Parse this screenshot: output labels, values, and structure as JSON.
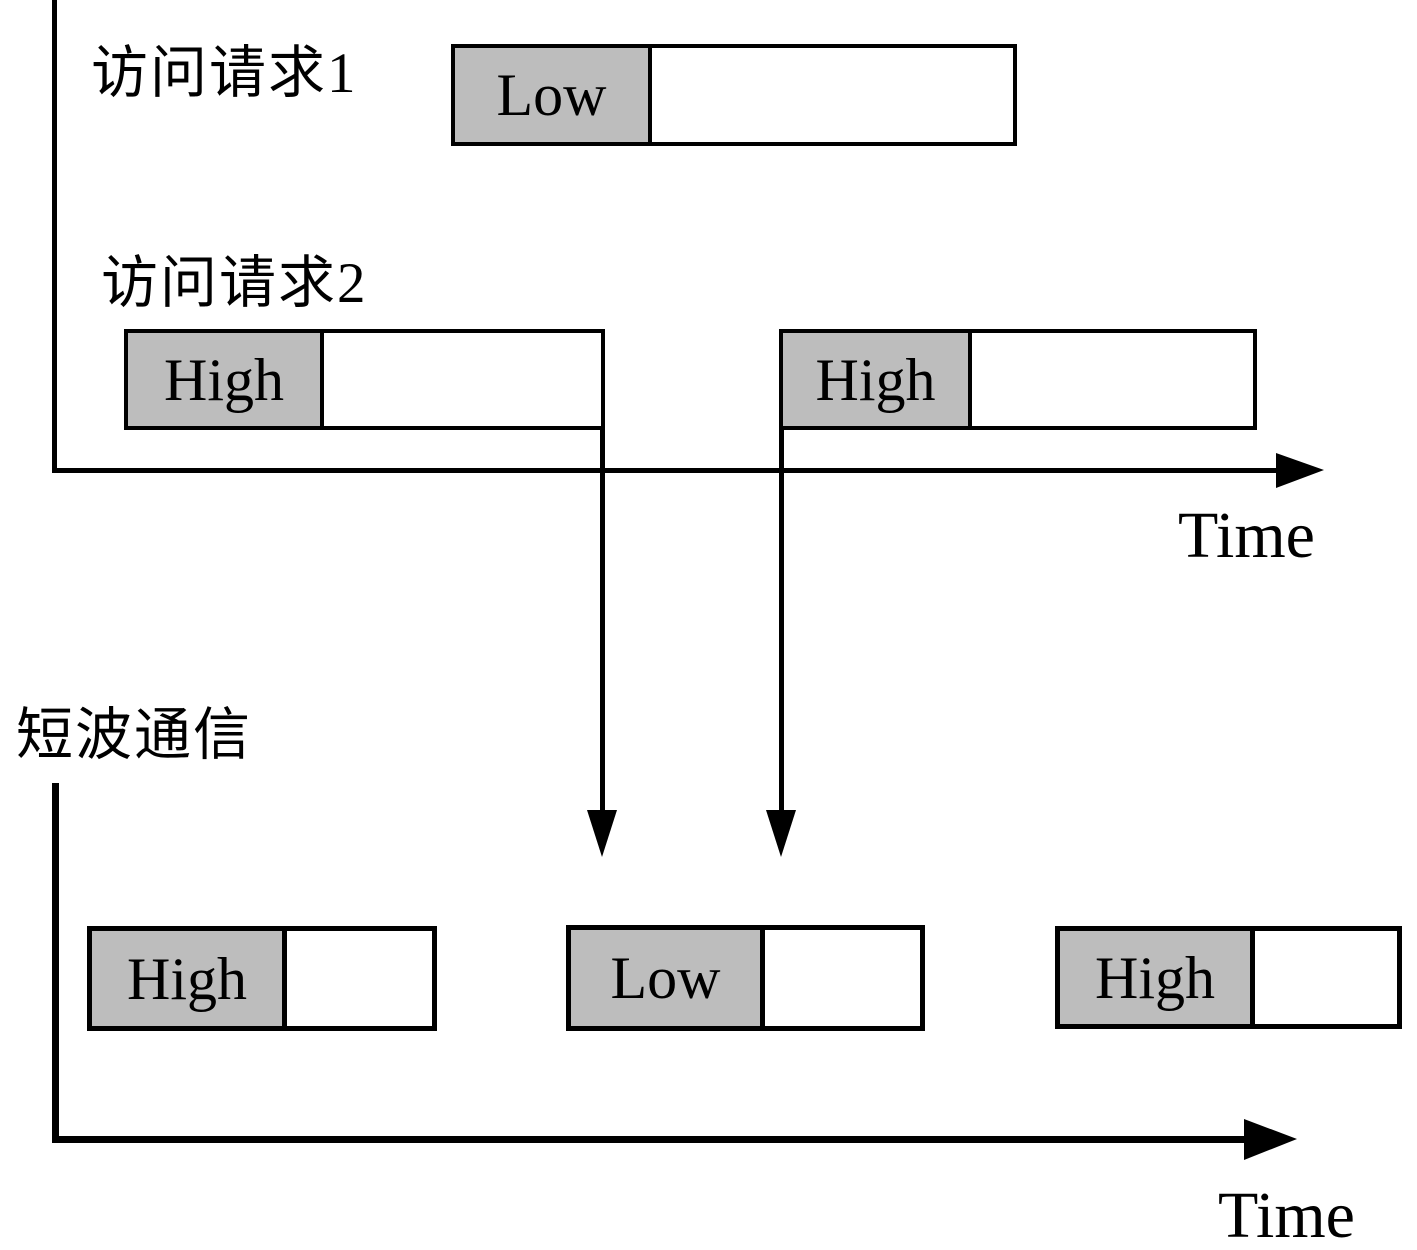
{
  "colors": {
    "segment_fill": "#bdbdbd",
    "outline": "#000000",
    "background": "#ffffff"
  },
  "top_chart": {
    "rows": [
      {
        "label": "访问请求1",
        "bars": [
          {
            "priority": "Low"
          }
        ]
      },
      {
        "label": "访问请求2",
        "bars": [
          {
            "priority": "High"
          },
          {
            "priority": "High"
          }
        ]
      }
    ],
    "time_label": "Time"
  },
  "bottom_chart": {
    "label": "短波通信",
    "bars": [
      {
        "priority": "High"
      },
      {
        "priority": "Low"
      },
      {
        "priority": "High"
      }
    ],
    "time_label": "Time"
  }
}
